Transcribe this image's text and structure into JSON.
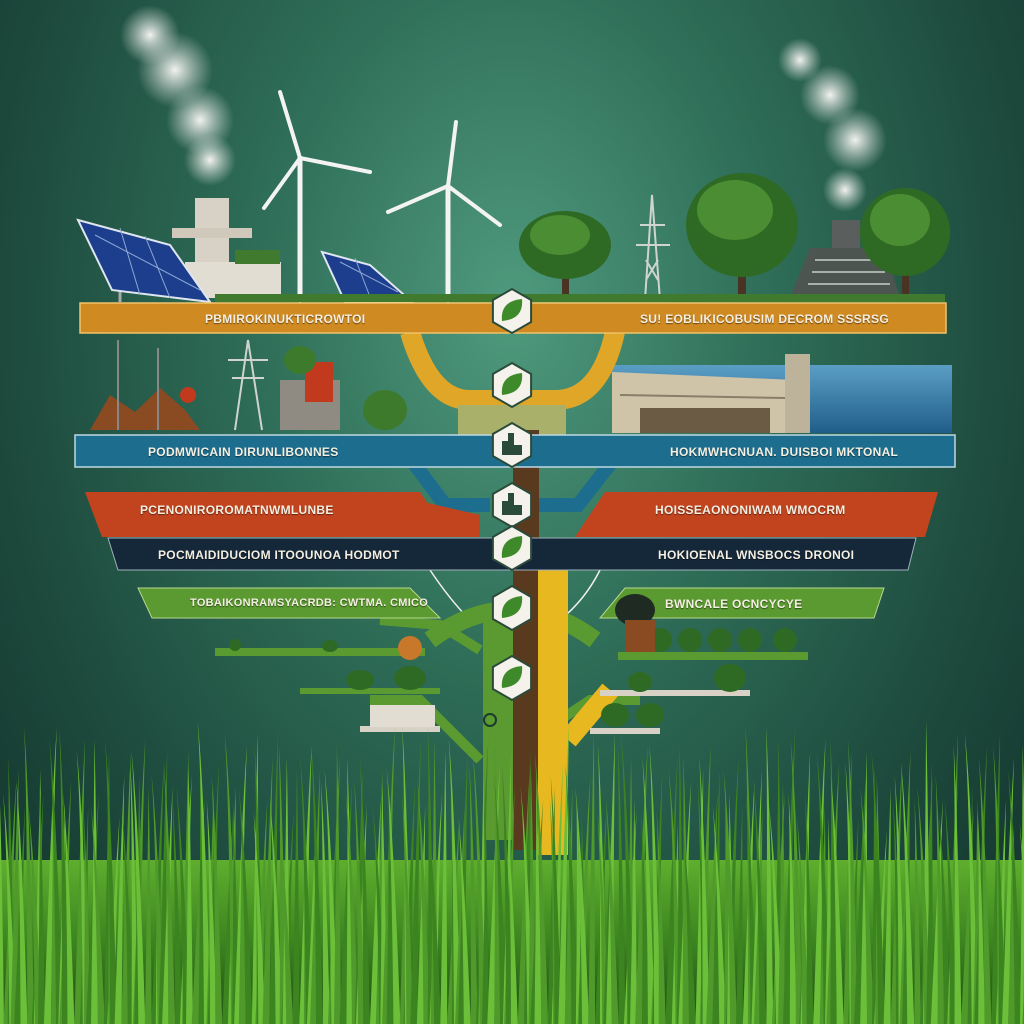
{
  "title": "Sustainable energy and environment tree infographic",
  "colors": {
    "background": "#2f6e58",
    "band_orange": "#d08a22",
    "band_blue": "#1d6e8e",
    "band_red": "#c2441e",
    "band_navy": "#15283a",
    "band_green": "#5a9a30",
    "trunk_yellow": "#e8b820",
    "trunk_brown": "#5a3a1e",
    "trunk_green": "#5a9a30"
  },
  "bands": [
    {
      "left": "PBMIROKINUKTICROWTOI",
      "right": "SU! EOBLIKICOBUSIM DECROM SSSRSG"
    },
    {
      "left": "PODMWICAIN DIRUNLIBONNES",
      "right": "HOKMWHCNUAN. DUISBOI MKTONAL"
    },
    {
      "left": "PCENONIROROMATNWMLUNBE",
      "right": "HOISSEAONONIWAM WMOCRM"
    },
    {
      "left": "POCMAIDIDUCIOM ITOOUNOA HODMOT",
      "right": "HOKIOENAL WNSBOCS DRONOI"
    },
    {
      "left": "TOBAIKONRAMSYACRDB: CWTMA. CMICO",
      "right": "BWNCALE OCNCYCYE"
    }
  ],
  "icons": [
    "leaf-icon",
    "plant-icon",
    "factory-icon",
    "city-icon",
    "sprout-icon",
    "leaf-branch-icon",
    "leaf-icon"
  ]
}
